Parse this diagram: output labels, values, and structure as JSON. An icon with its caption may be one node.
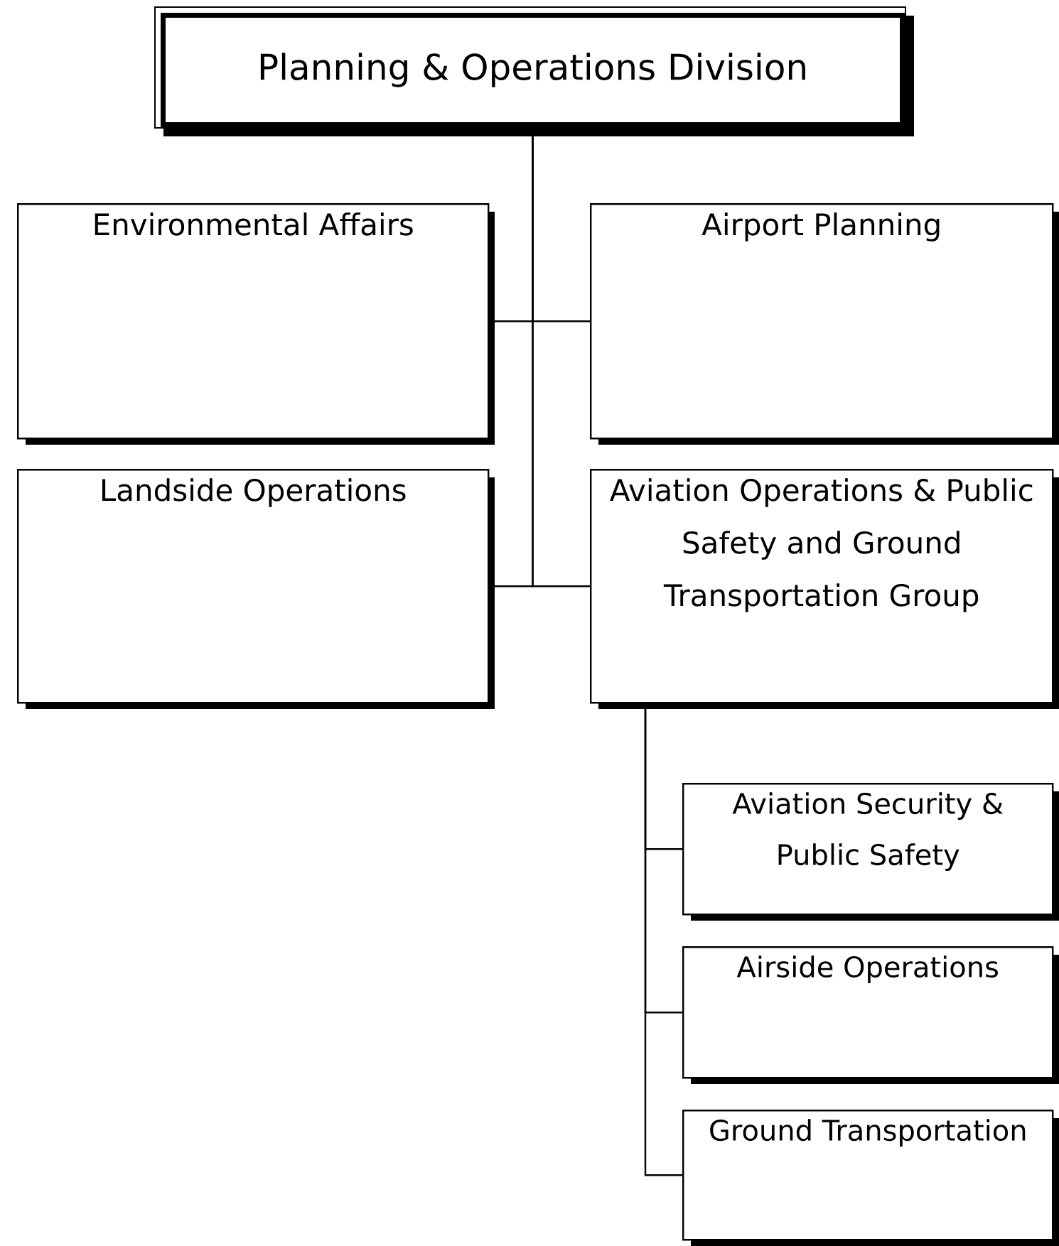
{
  "diagram": {
    "nodes": [
      {
        "text": [
          "Planning & Operations Division"
        ]
      },
      {
        "text": [
          "Environmental Affairs"
        ]
      },
      {
        "text": [
          "Airport Planning"
        ]
      },
      {
        "text": [
          "Landside Operations"
        ]
      },
      {
        "text": [
          "Aviation Operations & Public Safety and Ground Transportation Group"
        ]
      },
      {
        "text": [
          "Aviation Security & Public Safety"
        ]
      },
      {
        "text": [
          "Airside Operations"
        ]
      },
      {
        "text": [
          "Ground Transportation"
        ]
      }
    ],
    "edges": [
      {
        "from": 0,
        "to": 1,
        "arrow": "none"
      },
      {
        "from": 0,
        "to": 2,
        "arrow": "none"
      },
      {
        "from": 0,
        "to": 3,
        "arrow": "none"
      },
      {
        "from": 0,
        "to": 4,
        "arrow": "none"
      },
      {
        "from": 4,
        "to": 5,
        "arrow": "none"
      },
      {
        "from": 4,
        "to": 6,
        "arrow": "none"
      },
      {
        "from": 4,
        "to": 7,
        "arrow": "none"
      }
    ]
  }
}
